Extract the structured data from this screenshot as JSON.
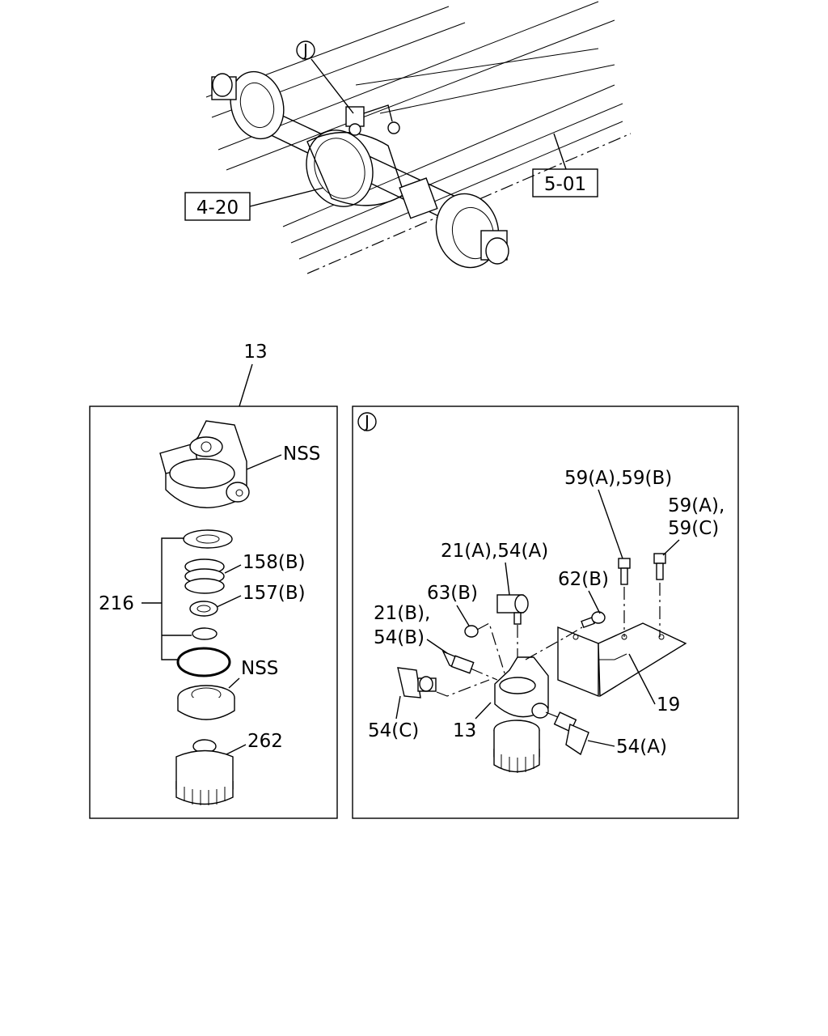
{
  "overview": {
    "callouts": {
      "detail_marker": "J",
      "ref_4_20": "4-20",
      "ref_5_01": "5-01"
    }
  },
  "detail_left": {
    "title_number": "13",
    "labels": {
      "cap": "NSS",
      "l158": "158(B)",
      "l157": "157(B)",
      "l216": "216",
      "oring": "NSS",
      "l262": "262"
    }
  },
  "detail_right": {
    "marker": "J",
    "labels": {
      "l59ab": "59(A),59(B)",
      "l59a": "59(A),",
      "l59c": "59(C)",
      "l21a54a": "21(A),54(A)",
      "l62b": "62(B)",
      "l63b": "63(B)",
      "l21b": "21(B),",
      "l54b": "54(B)",
      "l19": "19",
      "l54c": "54(C)",
      "l13": "13",
      "l54a": "54(A)"
    }
  }
}
